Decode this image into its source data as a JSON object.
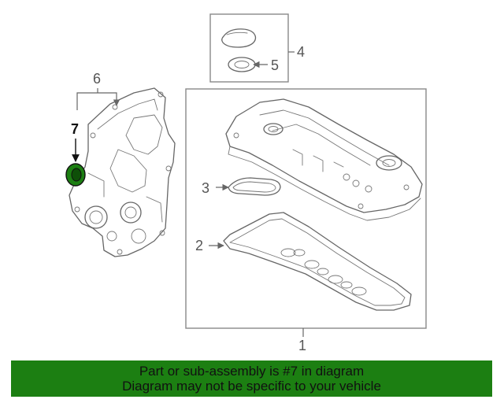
{
  "callouts": {
    "c1": "1",
    "c2": "2",
    "c3": "3",
    "c4": "4",
    "c5": "5",
    "c6": "6",
    "c7": "7"
  },
  "banner": {
    "line1": "Part or sub-assembly is #7 in diagram",
    "line2": "Diagram may not be specific to your vehicle"
  },
  "colors": {
    "banner_bg": "#1c7f12",
    "highlight_seal": "#1c7f12"
  }
}
